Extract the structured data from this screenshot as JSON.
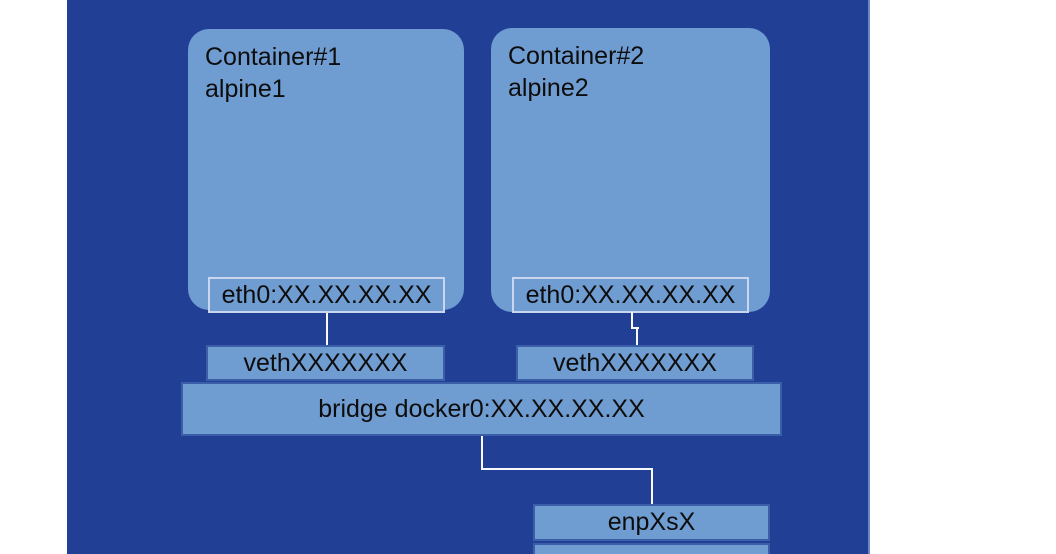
{
  "colors": {
    "page_bg": "#ffffff",
    "slide_bg": "#223f96",
    "node_fill": "#6f9cd1",
    "node_border": "#3a5fa8",
    "eth_border": "#c9d6ee",
    "connector": "#f7f9fc",
    "text": "#0d0d0d",
    "slide_edge": "#6f84c8"
  },
  "containers": [
    {
      "title": "Container#1",
      "subtitle": "alpine1",
      "eth_label": "eth0:XX.XX.XX.XX"
    },
    {
      "title": "Container#2",
      "subtitle": "alpine2",
      "eth_label": "eth0:XX.XX.XX.XX"
    }
  ],
  "veth_interfaces": [
    {
      "label": "vethXXXXXXX"
    },
    {
      "label": "vethXXXXXXX"
    }
  ],
  "bridge": {
    "label": "bridge docker0:XX.XX.XX.XX"
  },
  "host_interface": {
    "label": "enpXsX"
  }
}
